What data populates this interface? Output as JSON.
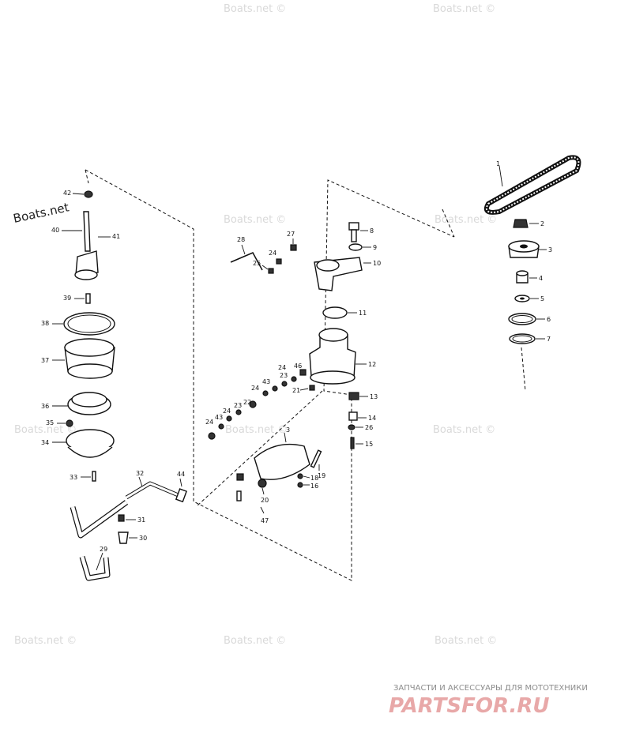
{
  "watermarks": {
    "brand": "Boats.net ©",
    "brand_left": "Boats.net"
  },
  "footer": {
    "caption": "ЗАПЧАСТИ И АКСЕССУАРЫ ДЛЯ МОТОТЕХНИКИ",
    "logo": "PARTSFOR.RU"
  },
  "labels": {
    "n1": "1",
    "n2": "2",
    "n3": "3",
    "n4": "4",
    "n5": "5",
    "n6": "6",
    "n7": "7",
    "n8": "8",
    "n9": "9",
    "n10": "10",
    "n11": "11",
    "n12": "12",
    "n13": "13",
    "n14": "14",
    "n15": "15",
    "n16": "16",
    "n18": "18",
    "n19": "19",
    "n20": "20",
    "n21": "21",
    "n22": "22",
    "n23a": "23",
    "n23b": "23",
    "n24a": "24",
    "n24b": "24",
    "n24c": "24",
    "n24d": "24",
    "n25": "25",
    "n26": "26",
    "n27": "27",
    "n28": "28",
    "n29": "29",
    "n30": "30",
    "n31": "31",
    "n32": "32",
    "n33": "33",
    "n34": "34",
    "n35": "35",
    "n36": "36",
    "n37": "37",
    "n38": "38",
    "n39": "39",
    "n40": "40",
    "n41": "41",
    "n42": "42",
    "n43a": "43",
    "n43b": "43",
    "n44": "44",
    "n46": "46",
    "n47": "47",
    "n3b": "3"
  },
  "colors": {
    "line": "#111111",
    "watermark": "#d9d9d9",
    "logo": "#e8a8a8"
  }
}
